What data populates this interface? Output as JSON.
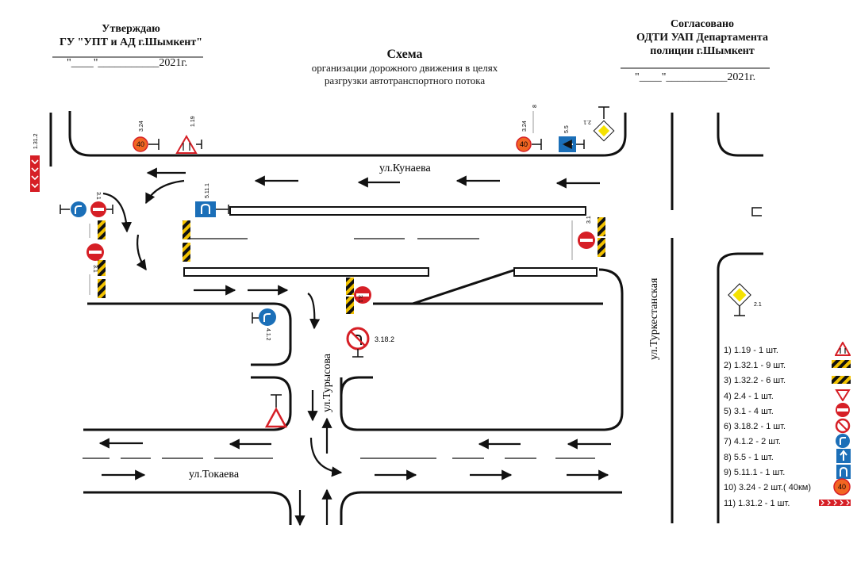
{
  "header_left": {
    "approve": "Утверждаю",
    "org": "ГУ \"УПТ и АД г.Шымкент\"",
    "date": "\"____\"___________2021г."
  },
  "header_right": {
    "agreed": "Согласовано",
    "org_line1": "ОДТИ УАП Департамента",
    "org_line2": "полиции г.Шымкент",
    "date": "\"____\"___________2021г."
  },
  "scheme": {
    "title": "Схема",
    "subtitle_line1": "организации дорожного движения в целях",
    "subtitle_line2": "разгрузки автотранспортного потока"
  },
  "streets": {
    "kunaeva": "ул.Кунаева",
    "tokaeva": "ул.Токаева",
    "tursyusova": "ул.Турысова",
    "turkestanskaya": "ул.Туркестанская"
  },
  "sign_codes": {
    "c1_31_2": "1.31.2",
    "c3_24": "3.24",
    "c1_19": "1.19",
    "c2_1": "2.1",
    "c5_5": "5.5",
    "c5_11_1": "5.11.1",
    "c3_1": "3.1",
    "c4_1_2": "4.1.2",
    "c3_18_2": "3.18.2",
    "c8": "8"
  },
  "speed_limit": "40",
  "legend": [
    {
      "label": "1) 1.19 - 1 шт.",
      "icon": "two-way-traffic-warning-icon"
    },
    {
      "label": "2) 1.32.1 - 9 шт.",
      "icon": "hazard-stripes-icon"
    },
    {
      "label": "3) 1.32.2 - 6 шт.",
      "icon": "hazard-stripes-icon"
    },
    {
      "label": "4) 2.4 - 1 шт.",
      "icon": "give-way-icon"
    },
    {
      "label": "5) 3.1 - 4 шт.",
      "icon": "no-entry-icon"
    },
    {
      "label": "6) 3.18.2 - 1 шт.",
      "icon": "no-left-turn-icon"
    },
    {
      "label": "7) 4.1.2 - 2 шт.",
      "icon": "turn-right-icon"
    },
    {
      "label": "8) 5.5 - 1 шт.",
      "icon": "one-way-road-icon"
    },
    {
      "label": "9) 5.11.1 - 1 шт.",
      "icon": "u-turn-lane-icon"
    },
    {
      "label": "10) 3.24 - 2 шт.( 40км)",
      "icon": "speed-limit-icon"
    },
    {
      "label": "11) 1.31.2 - 1 шт.",
      "icon": "chevron-board-icon"
    }
  ],
  "colors": {
    "sign_red": "#d61f26",
    "sign_blue": "#1b6fb8",
    "speed_orange": "#f26522",
    "priority_yellow": "#f5e200",
    "hazard_yellow": "#f2c200"
  }
}
